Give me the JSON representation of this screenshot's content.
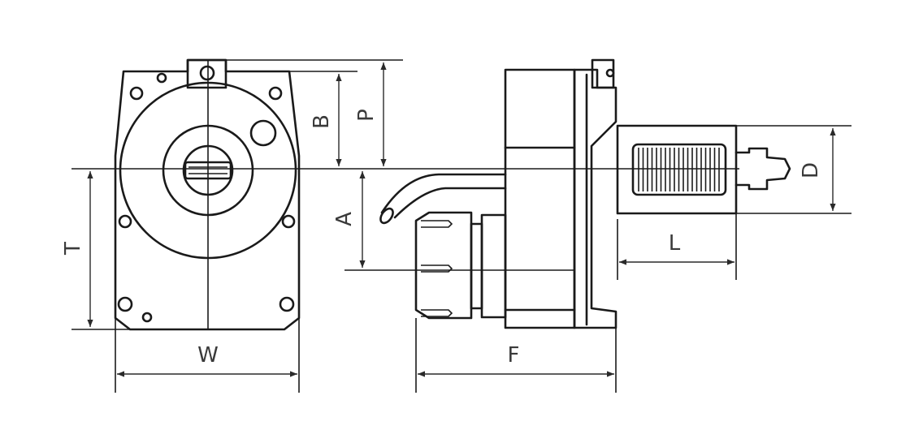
{
  "labels": {
    "W": "W",
    "F": "F",
    "T": "T",
    "A": "A",
    "B": "B",
    "P": "P",
    "L": "L",
    "D": "D"
  },
  "colors": {
    "line": "#1a1a1a",
    "label": "#3a3a3a",
    "background": "#ffffff"
  }
}
